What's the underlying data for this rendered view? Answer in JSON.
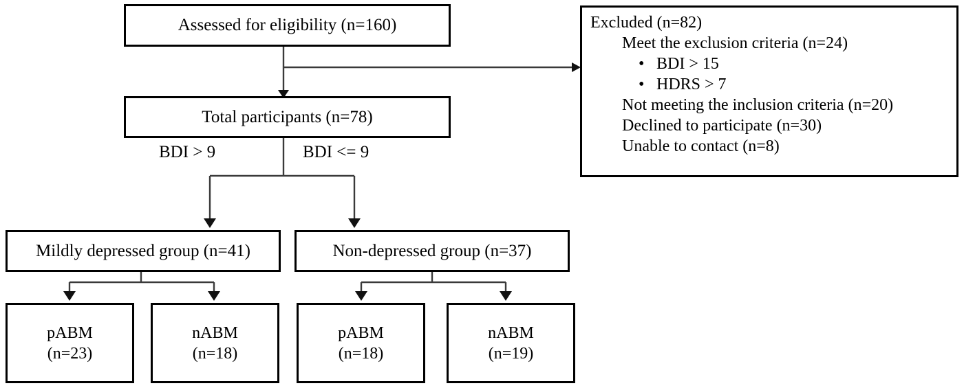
{
  "diagram": {
    "type": "participant-flow-chart",
    "title": "",
    "nodes": {
      "assessed": "Assessed for eligibility (n=160)",
      "total": "Total participants (n=78)",
      "mildly_group": "Mildly depressed group (n=41)",
      "nondep_group": "Non-depressed group (n=37)",
      "leaf1_name": "pABM",
      "leaf1_count": "(n=23)",
      "leaf2_name": "nABM",
      "leaf2_count": "(n=18)",
      "leaf3_name": "pABM",
      "leaf3_count": "(n=18)",
      "leaf4_name": "nABM",
      "leaf4_count": "(n=19)"
    },
    "edge_labels": {
      "left_branch": "BDI > 9",
      "right_branch": "BDI <= 9"
    },
    "excluded": {
      "heading": "Excluded (n=82)",
      "criteria_heading": "Meet the exclusion criteria (n=24)",
      "bullets": [
        "BDI > 15",
        "HDRS > 7"
      ],
      "bullet_glyph": "•",
      "items": [
        "Not meeting the inclusion criteria (n=20)",
        "Declined to participate (n=30)",
        "Unable to contact (n=8)"
      ]
    },
    "colors": {
      "border": "#000000",
      "line": "#3a3a3a",
      "background": "#ffffff",
      "text": "#000000"
    }
  }
}
